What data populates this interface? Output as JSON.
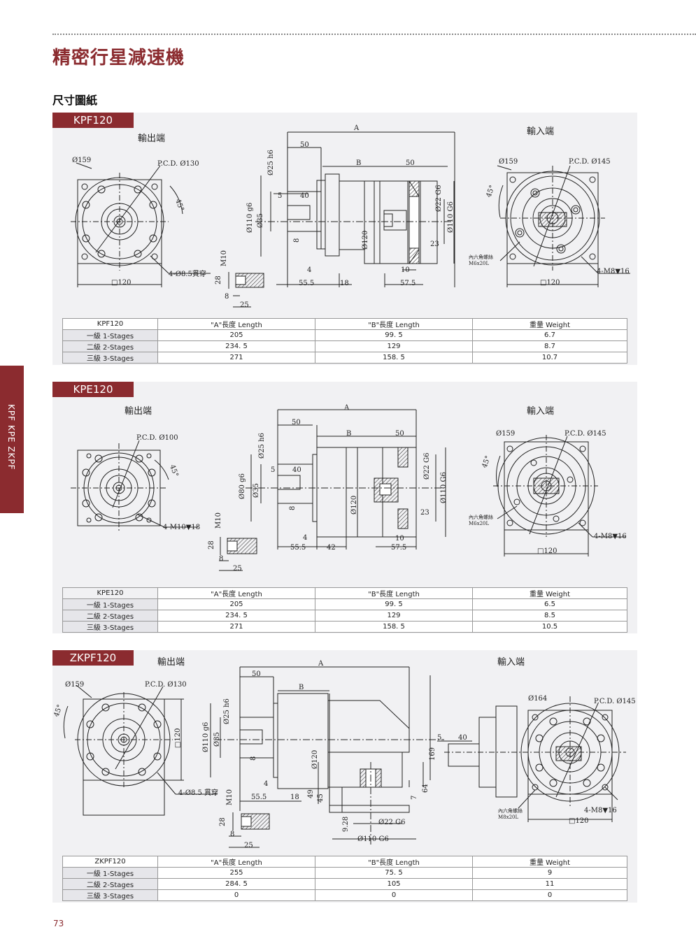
{
  "page_title": "精密行星減速機",
  "subtitle": "尺寸圖紙",
  "side_tab": "KPF KPE ZKPF",
  "page_number": "73",
  "sections": [
    {
      "model": "KPF120",
      "output_label": "輸出端",
      "input_label": "輸入端",
      "dims": {
        "d159": "Ø159",
        "pcd130": "P.C.D. Ø130",
        "hole": "4-Ø8.5貫穿",
        "sq120": "□120",
        "deg45": "45°",
        "A": "A",
        "B": "B",
        "d50a": "50",
        "d50b": "50",
        "d40": "40",
        "d5": "5",
        "d8": "8",
        "d4": "4",
        "d25": "Ø25 h6",
        "d110": "Ø110 g6",
        "d35": "Ø35",
        "d120": "Ø120",
        "d22": "Ø22 G6",
        "d110g": "Ø110 G6",
        "d23": "23",
        "d10": "10",
        "d555": "55.5",
        "d18": "18",
        "d575": "57.5",
        "m10": "M10",
        "d28": "28",
        "key8": "8",
        "key25": "25",
        "in159": "Ø159",
        "pcd145": "P.C.D. Ø145",
        "m8": "4-M8▼16",
        "in120": "□120",
        "screw1": "內六角螺絲",
        "screw2": "M6x20L",
        "deg45b": "45°"
      },
      "table": {
        "headers": [
          "KPF120",
          "\"A\"長度 Length",
          "\"B\"長度 Length",
          "重量 Weight"
        ],
        "rows": [
          [
            "一級 1-Stages",
            "205",
            "99. 5",
            "6.7"
          ],
          [
            "二級 2-Stages",
            "234. 5",
            "129",
            "8.7"
          ],
          [
            "三級 3-Stages",
            "271",
            "158. 5",
            "10.7"
          ]
        ]
      }
    },
    {
      "model": "KPE120",
      "output_label": "輸出端",
      "input_label": "輸入端",
      "dims": {
        "pcd100": "P.C.D. Ø100",
        "hole": "4-M10▼18",
        "deg45": "45°",
        "A": "A",
        "B": "B",
        "d50a": "50",
        "d50b": "50",
        "d40": "40",
        "d5": "5",
        "d8": "8",
        "d4": "4",
        "d25": "Ø25 h6",
        "d80": "Ø80 g6",
        "d35": "Ø35",
        "d120": "Ø120",
        "d22": "Ø22 G6",
        "d110g": "Ø110 G6",
        "d23": "23",
        "d10": "10",
        "d555": "55.5",
        "d42": "42",
        "d575": "57.5",
        "m10": "M10",
        "d28": "28",
        "key8": "8",
        "key25": "25",
        "in159": "Ø159",
        "pcd145": "P.C.D. Ø145",
        "m8": "4-M8▼16",
        "in120": "□120",
        "screw1": "內六角螺絲",
        "screw2": "M6x20L",
        "deg45b": "45°"
      },
      "table": {
        "headers": [
          "KPE120",
          "\"A\"長度 Length",
          "\"B\"長度 Length",
          "重量 Weight"
        ],
        "rows": [
          [
            "一級 1-Stages",
            "205",
            "99. 5",
            "6.5"
          ],
          [
            "二級 2-Stages",
            "234. 5",
            "129",
            "8.5"
          ],
          [
            "三級 3-Stages",
            "271",
            "158. 5",
            "10.5"
          ]
        ]
      }
    },
    {
      "model": "ZKPF120",
      "output_label": "輸出端",
      "input_label": "輸入端",
      "dims": {
        "d159": "Ø159",
        "pcd130": "P.C.D. Ø130",
        "hole": "4-Ø8.5 貫穿",
        "sq120": "□120",
        "deg45": "45°",
        "A": "A",
        "B": "B",
        "d50a": "50",
        "d5": "5",
        "d40": "40",
        "d8": "8",
        "d4": "4",
        "d25": "Ø25 h6",
        "d110": "Ø110 g6",
        "d35": "Ø35",
        "d120": "Ø120",
        "d169": "169",
        "d64": "64",
        "d7": "7",
        "d49": "49",
        "d45": "45",
        "d928": "9.28",
        "d22": "Ø22 G6",
        "d110g": "Ø110 G6",
        "d555": "55.5",
        "d18": "18",
        "m10": "M10",
        "d28": "28",
        "key8": "8",
        "key25": "25",
        "in164": "Ø164",
        "pcd145": "P.C.D. Ø145",
        "m8": "4-M8▼16",
        "in120": "□120",
        "screw1": "內六角螺絲",
        "screw2": "M8x20L"
      },
      "table": {
        "headers": [
          "ZKPF120",
          "\"A\"長度 Length",
          "\"B\"長度 Length",
          "重量 Weight"
        ],
        "rows": [
          [
            "一級 1-Stages",
            "255",
            "75. 5",
            "9"
          ],
          [
            "二級 2-Stages",
            "284. 5",
            "105",
            "11"
          ],
          [
            "三級 3-Stages",
            "0",
            "0",
            "0"
          ]
        ]
      }
    }
  ]
}
